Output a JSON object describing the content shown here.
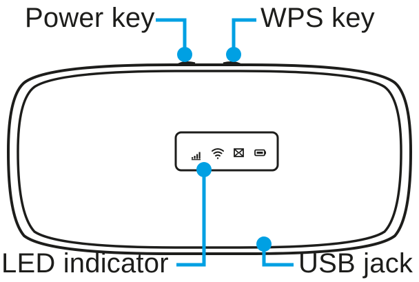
{
  "labels": {
    "power_key": "Power key",
    "wps_key": "WPS key",
    "led_indicator": "LED indicator",
    "usb_jack": "USB jack"
  },
  "indicators": [
    {
      "icon": "signal-strength-icon"
    },
    {
      "icon": "wifi-icon"
    },
    {
      "icon": "envelope-icon"
    },
    {
      "icon": "battery-icon"
    }
  ],
  "colors": {
    "callout": "#00a0e3",
    "outline": "#1d1d1b",
    "background": "#ffffff"
  }
}
